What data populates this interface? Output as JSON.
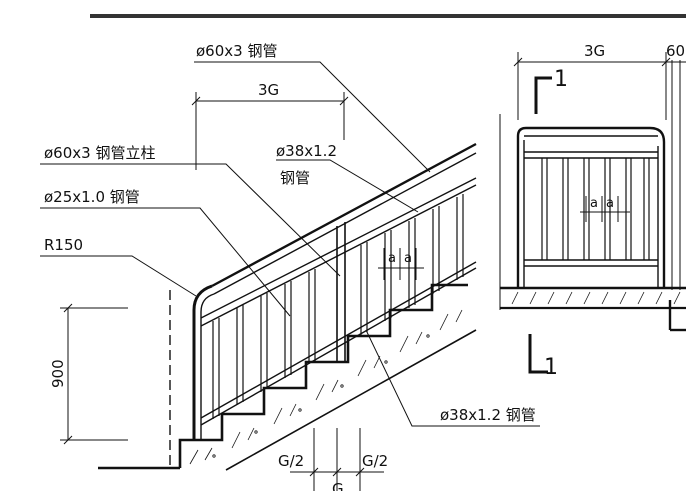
{
  "labels": {
    "handrail": "ø60x3 钢管",
    "post": "ø60x3 钢管立柱",
    "rail_25": "ø25x1.0 钢管",
    "radius": "R150",
    "baluster_top": "ø38x1.2",
    "baluster_top_2": "钢管",
    "baluster_bottom": "ø38x1.2 钢管",
    "dim_3g_left": "3G",
    "dim_3g_right": "3G",
    "dim_60": "60",
    "dim_a1": "a",
    "dim_a2": "a",
    "dim_a3": "a",
    "dim_a4": "a",
    "dim_900": "900",
    "dim_g2_left": "G/2",
    "dim_g2_right": "G/2",
    "dim_g": "G",
    "section_top_num": "1",
    "section_bottom_num": "1"
  }
}
